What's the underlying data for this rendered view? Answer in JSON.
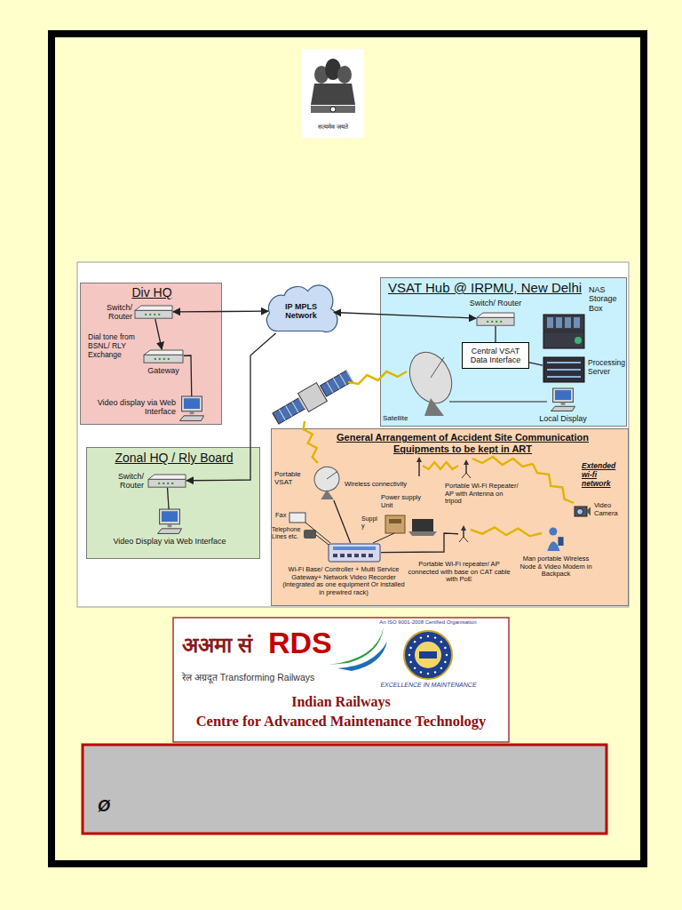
{
  "diagram": {
    "nodes": [
      {
        "text": [
          "Div HQ"
        ]
      },
      {
        "text": [
          "Switch/ Router"
        ],
        "in": 0
      },
      {
        "text": [
          "Gateway"
        ],
        "in": 0
      },
      {
        "text": [
          "Video display via Web Interface"
        ],
        "in": 0
      },
      {
        "text": [
          "IP MPLS Network"
        ]
      },
      {
        "text": [
          "VSAT Hub @ IRPMU, New Delhi"
        ]
      },
      {
        "text": [
          "Switch/ Router"
        ],
        "in": 5
      },
      {
        "text": [
          "Central VSAT Data Interface"
        ],
        "in": 5
      },
      {
        "text": [
          "NAS Storage Box"
        ],
        "in": 5
      },
      {
        "text": [
          "Processing Server"
        ],
        "in": 5
      },
      {
        "text": [
          "Local Display"
        ],
        "in": 5
      },
      {
        "text": [
          "Zonal HQ / Rly Board"
        ]
      },
      {
        "text": [
          "Switch/ Router"
        ],
        "in": 11
      },
      {
        "text": [
          "Video Display via Web Interface"
        ],
        "in": 11
      },
      {
        "text": [
          "General Arrangement of Accident Site Communication Equipments to be kept in ART"
        ]
      },
      {
        "text": [
          "Portable VSAT"
        ],
        "in": 14
      },
      {
        "text": [
          "Wi-Fi Base/ Controller + Multi Service Gateway+ Network Video Recorder (integrated as one equipment Or installed in prewired rack)"
        ],
        "in": 14
      },
      {
        "text": [
          "Power supply Unit"
        ],
        "in": 14
      },
      {
        "text": [
          "Portable Wi-Fi Repeater/ AP with Antenna on tripod"
        ],
        "in": 14
      },
      {
        "text": [
          "Portable Wi-Fi repeater/ AP connected with base on CAT cable with PoE"
        ],
        "in": 14
      },
      {
        "text": [
          "Man portable Wireless Node & Video Modem in Backpack"
        ],
        "in": 14
      },
      {
        "text": [
          "Video Camera"
        ],
        "in": 14
      }
    ],
    "edges": [
      {
        "from": 1,
        "to": 4,
        "arrow": "both"
      },
      {
        "from": 4,
        "to": 6,
        "arrow": "both"
      },
      {
        "from": 4,
        "to": 12,
        "arrow": "to"
      },
      {
        "from": 1,
        "to": 2,
        "arrow": "to"
      },
      {
        "from": 2,
        "to": 3,
        "arrow": "none"
      },
      {
        "from": 6,
        "to": 7,
        "arrow": "none"
      },
      {
        "from": 7,
        "to": 9,
        "arrow": "none"
      },
      {
        "from": 12,
        "to": 13,
        "arrow": "none"
      },
      {
        "from": 15,
        "to": 16,
        "arrow": "none"
      },
      {
        "from": 16,
        "to": 19,
        "arrow": "none"
      }
    ],
    "labels": [
      "सत्यमेव जयते",
      "Dial tone from BSNL/ RLY Exchange",
      "Satellite",
      "Wireless connectivity",
      "Extended wi-fi network",
      "Fax",
      "Telephone Lines etc.",
      "Suppl y",
      "अअमा सं",
      "RDS",
      "रेल अग्रदूत Transforming Railways",
      "An ISO 9001-2008 Certified Organisation",
      "EXCELLENCE IN MAINTENANCE",
      "Indian Railways",
      "Centre for Advanced Maintenance Technology",
      "Ø"
    ]
  }
}
